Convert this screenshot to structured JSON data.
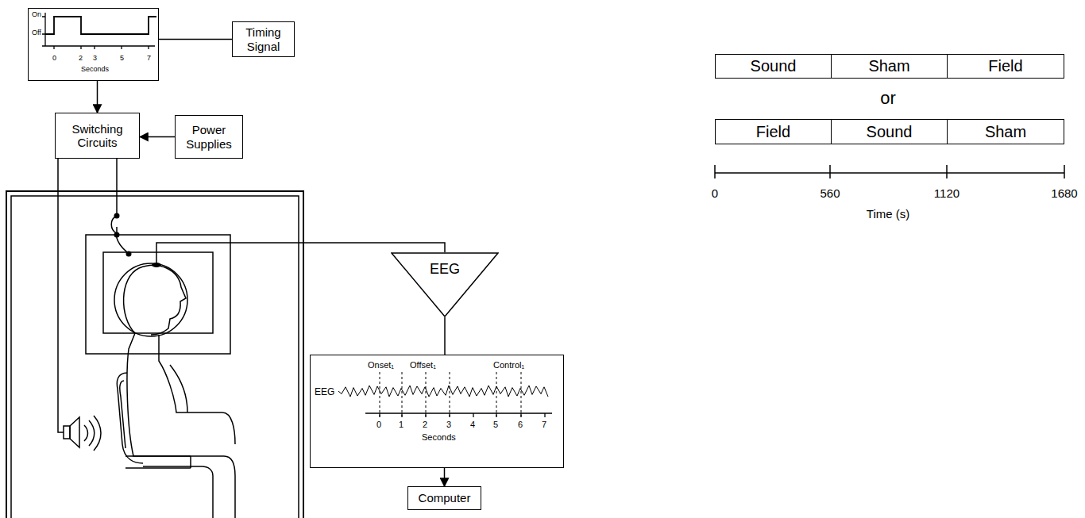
{
  "diagram": {
    "nodes": [
      {
        "text": [
          "On",
          "Off",
          "0",
          "2",
          "3",
          "5",
          "7",
          "Seconds"
        ]
      },
      {
        "text": [
          "Timing Signal"
        ]
      },
      {
        "text": [
          "Switching Circuits"
        ]
      },
      {
        "text": [
          "Power Supplies"
        ]
      },
      {
        "text": [
          "EEG"
        ]
      },
      {
        "text": [
          "Onset₁",
          "Offset₁",
          "Control₁",
          "EEG",
          "0",
          "1",
          "2",
          "3",
          "4",
          "5",
          "6",
          "7",
          "Seconds"
        ]
      },
      {
        "text": [
          "Computer"
        ]
      },
      {
        "text": [
          "Sound"
        ]
      },
      {
        "text": [
          "Sham"
        ]
      },
      {
        "text": [
          "Field"
        ]
      },
      {
        "text": [
          "Field"
        ]
      },
      {
        "text": [
          "Sound"
        ]
      },
      {
        "text": [
          "Sham"
        ]
      }
    ],
    "edges": [
      {
        "from": 0,
        "to": 1,
        "arrow": "none"
      },
      {
        "from": 0,
        "to": 2,
        "arrow": "to"
      },
      {
        "from": 3,
        "to": 2,
        "arrow": "to"
      },
      {
        "from": 4,
        "to": 5,
        "arrow": "none"
      },
      {
        "from": 5,
        "to": 6,
        "arrow": "to"
      }
    ],
    "labels": [
      "or",
      "0",
      "560",
      "1120",
      "1680",
      "Time (s)"
    ]
  }
}
